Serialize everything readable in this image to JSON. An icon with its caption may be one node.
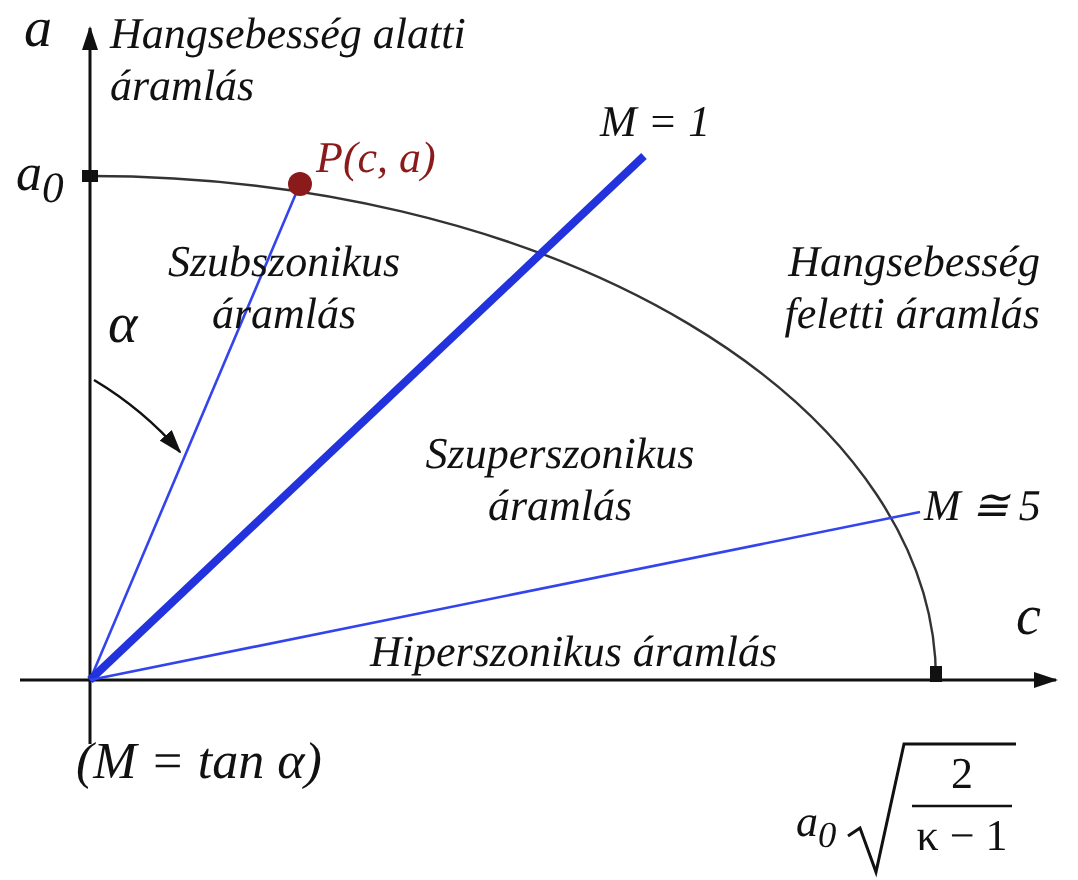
{
  "diagram": {
    "labels": [
      "a",
      "Hangsebesség alatti áramlás",
      "a$_{0}$",
      "P(c, a)",
      "M = 1",
      "Szubszonikus áramlás",
      "Hangsebesség feletti áramlás",
      "α",
      "Szuperszonikus áramlás",
      "M ≅ 5",
      "Hiperszonikus áramlás",
      "c",
      "(M = tan α)",
      "a$_{0}$",
      "2",
      "κ − 1"
    ]
  }
}
